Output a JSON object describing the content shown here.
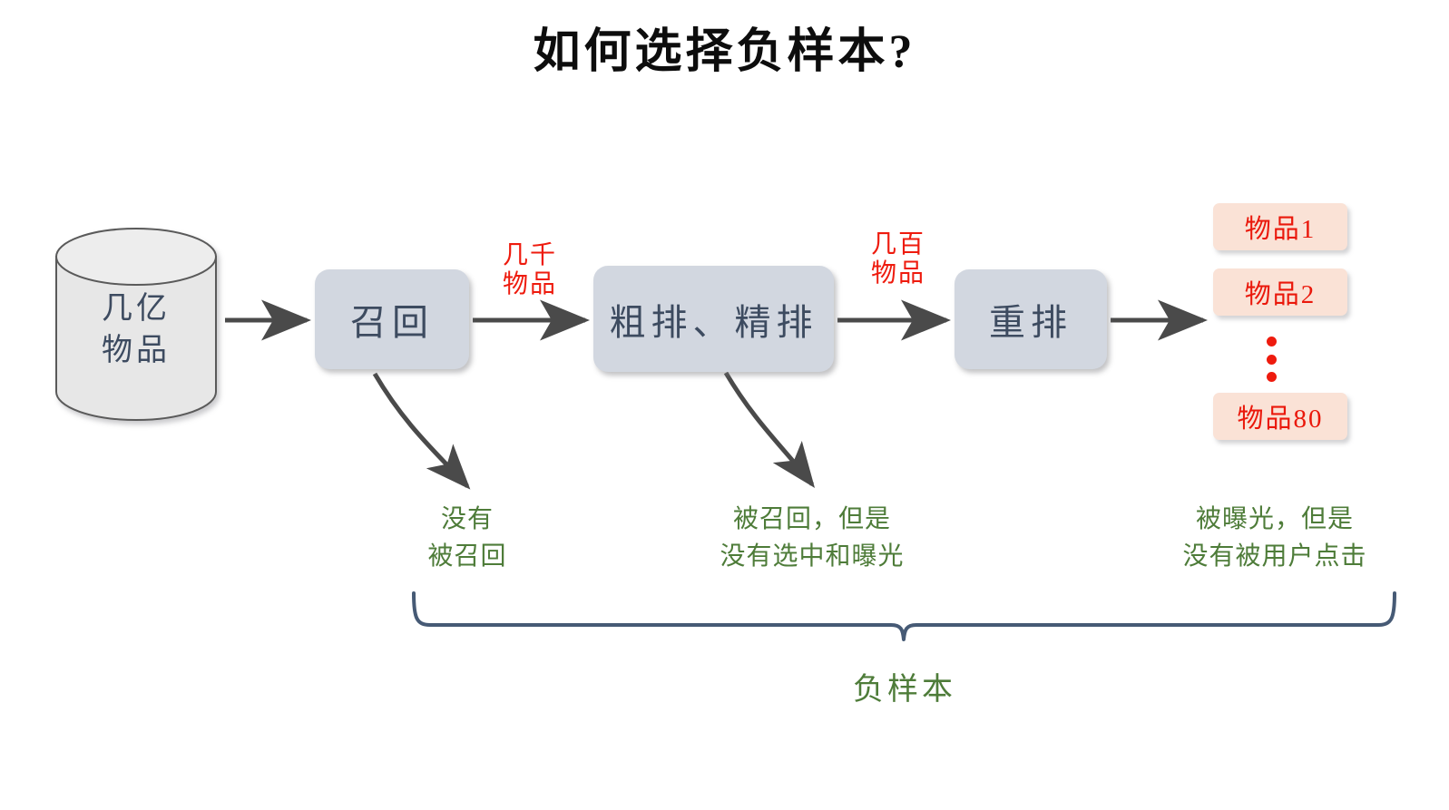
{
  "title": "如何选择负样本?",
  "source": {
    "label_line1": "几亿",
    "label_line2": "物品",
    "shape": "cylinder"
  },
  "stages": [
    {
      "label": "召回"
    },
    {
      "label": "粗排、精排"
    },
    {
      "label": "重排"
    }
  ],
  "flow_labels": [
    {
      "line1": "几千",
      "line2": "物品"
    },
    {
      "line1": "几百",
      "line2": "物品"
    }
  ],
  "results": {
    "items": [
      {
        "label": "物品1"
      },
      {
        "label": "物品2"
      },
      {
        "label": "物品80"
      }
    ],
    "ellipsis": "⋮"
  },
  "notes": [
    {
      "line1": "没有",
      "line2": "被召回"
    },
    {
      "line1": "被召回，但是",
      "line2": "没有选中和曝光"
    },
    {
      "line1": "被曝光，但是",
      "line2": "没有被用户点击"
    }
  ],
  "brace": {
    "label": "负样本"
  },
  "colors": {
    "background": "#ffffff",
    "title_text": "#0d0d0d",
    "stage_fill": "#d2d7e0",
    "stage_text": "#3d4b60",
    "cylinder_fill": "#e7e7e7",
    "cylinder_stroke": "#5a5a5a",
    "cylinder_text": "#3d4b60",
    "arrow": "#4a4a4a",
    "flow_label_text": "#ee1b0e",
    "item_fill": "#fae2d6",
    "item_text": "#ea180b",
    "note_text": "#4e7c39",
    "brace_stroke": "#465a75",
    "brace_label_text": "#4e7c39"
  }
}
